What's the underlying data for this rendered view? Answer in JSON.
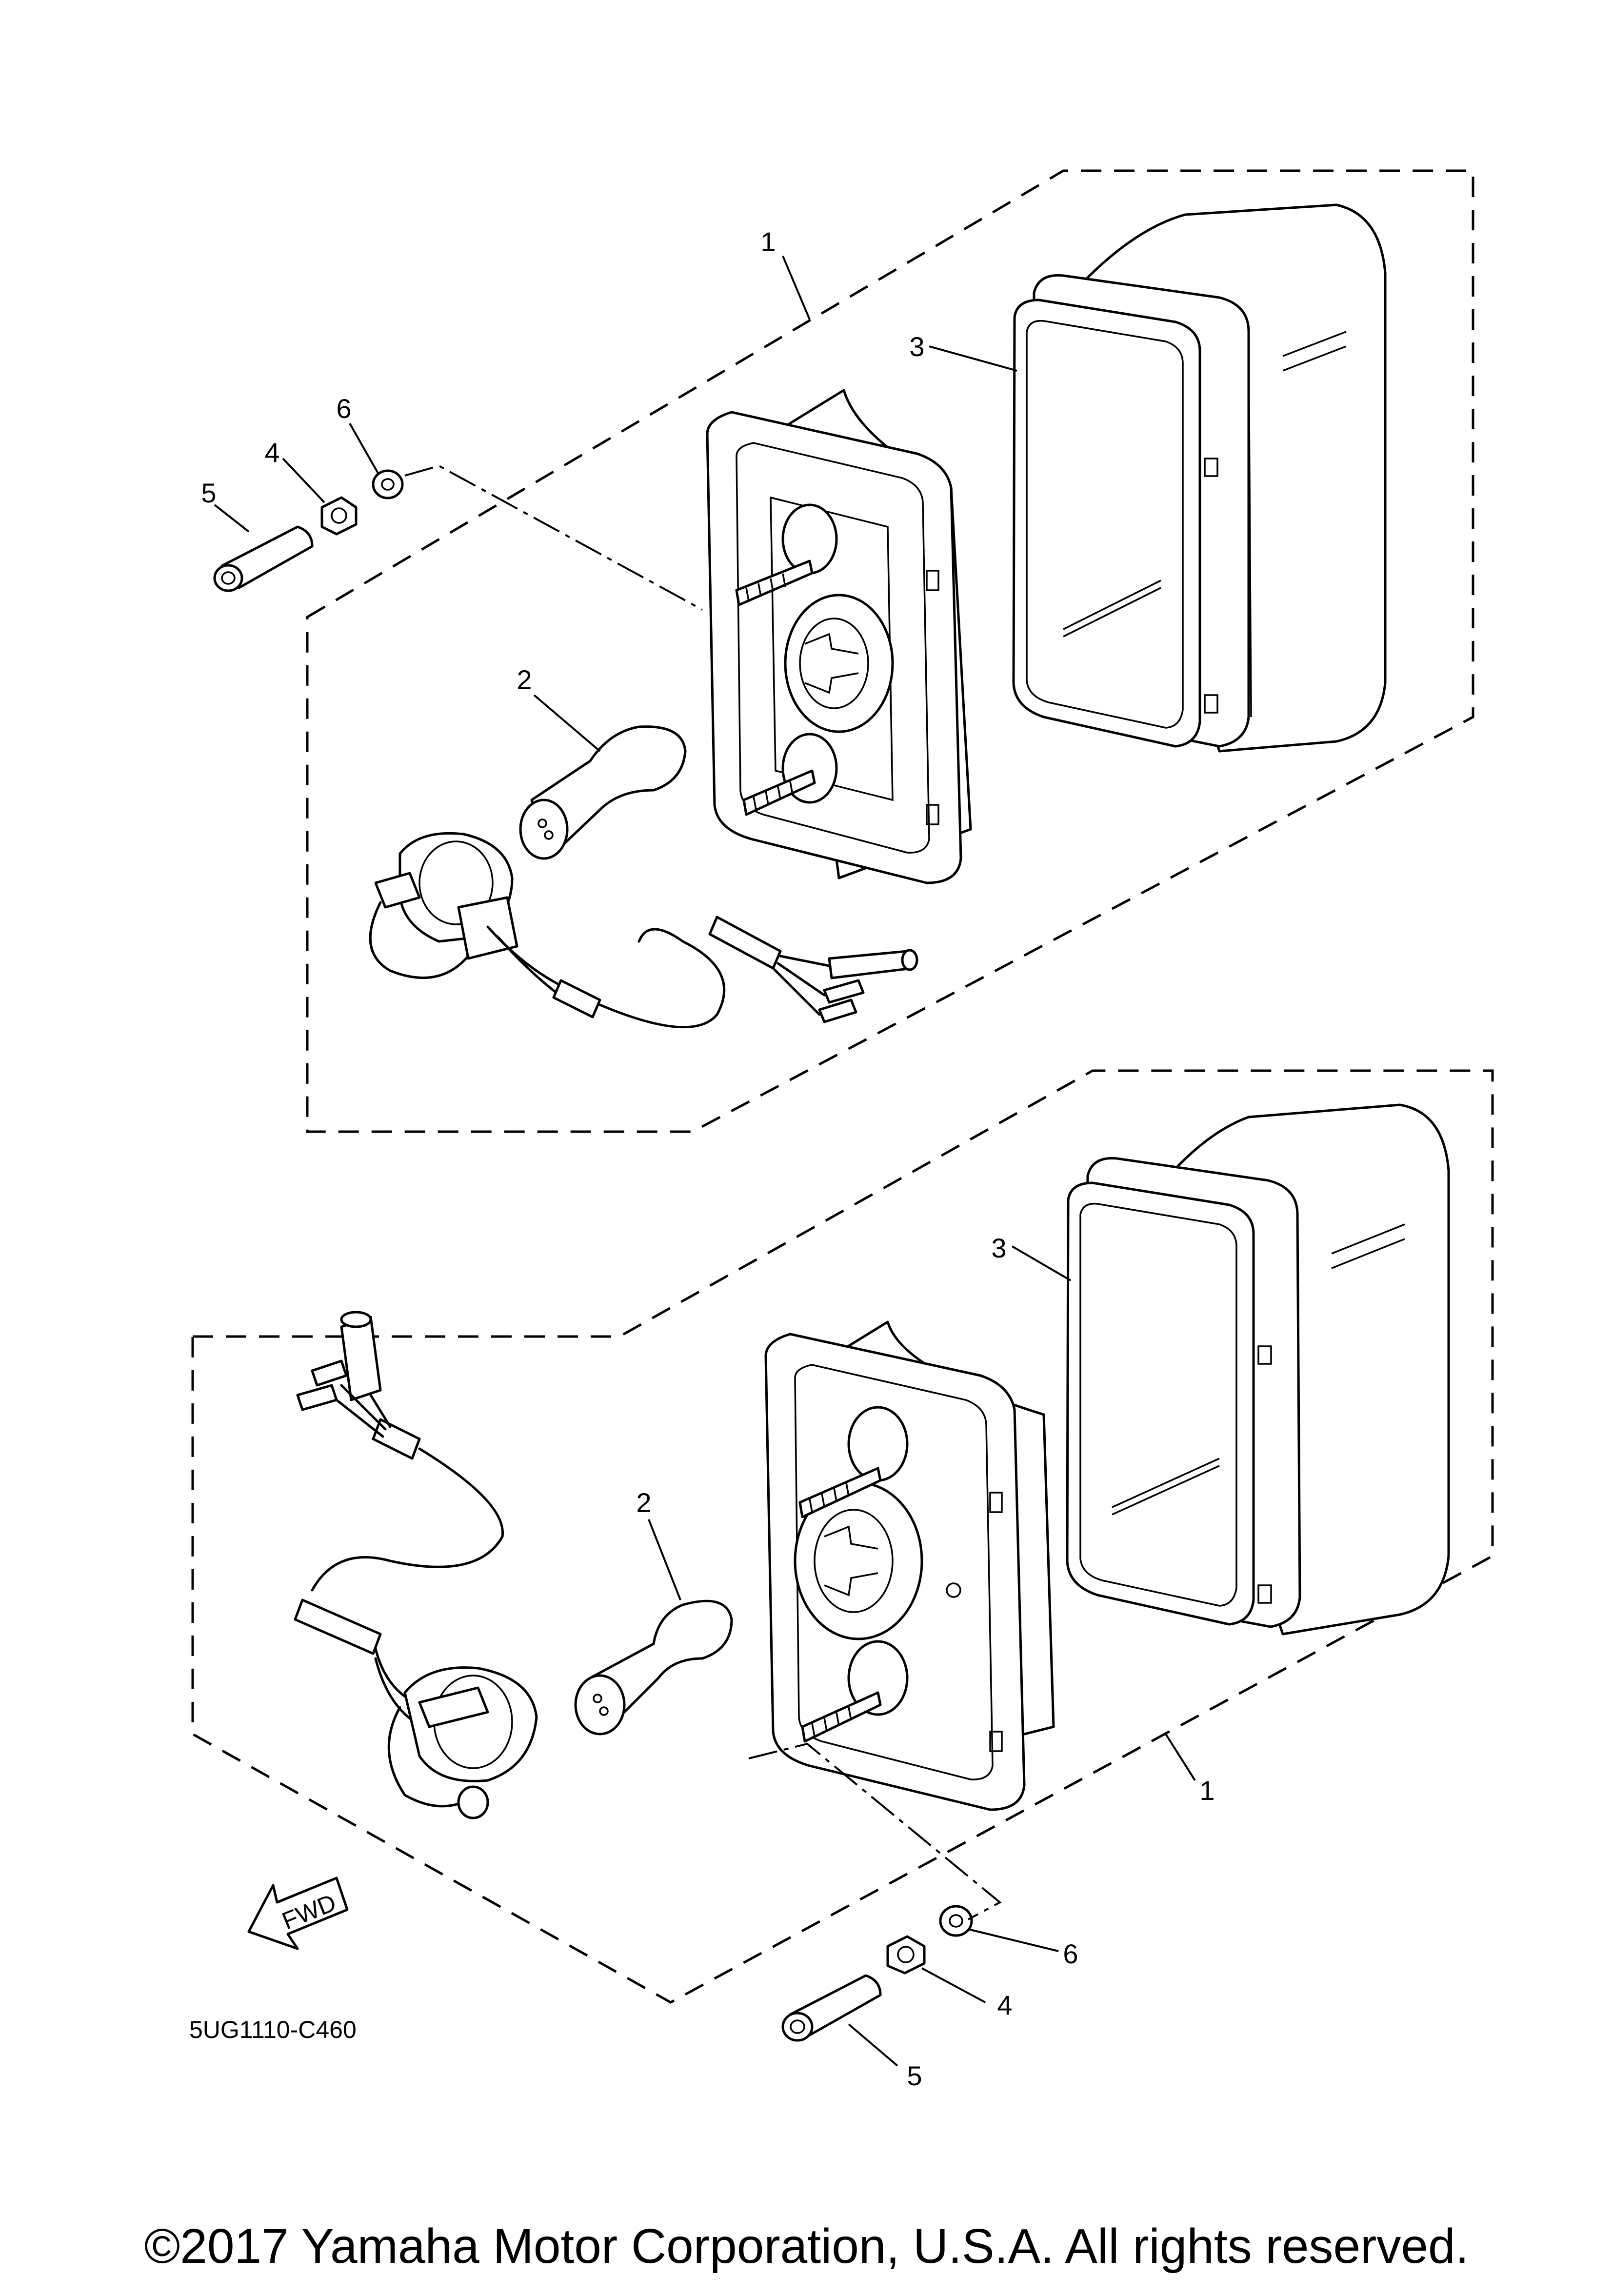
{
  "diagram": {
    "callouts_top": {
      "c1": "1",
      "c2": "2",
      "c3": "3",
      "c4": "4",
      "c5": "5",
      "c6": "6"
    },
    "callouts_bottom": {
      "c1": "1",
      "c2": "2",
      "c3": "3",
      "c4": "4",
      "c5": "5",
      "c6": "6"
    },
    "arrow_label": "FWD",
    "diagram_code": "5UG1110-C460"
  },
  "footer": {
    "copyright": "©2017 Yamaha Motor Corporation, U.S.A. All rights reserved."
  }
}
